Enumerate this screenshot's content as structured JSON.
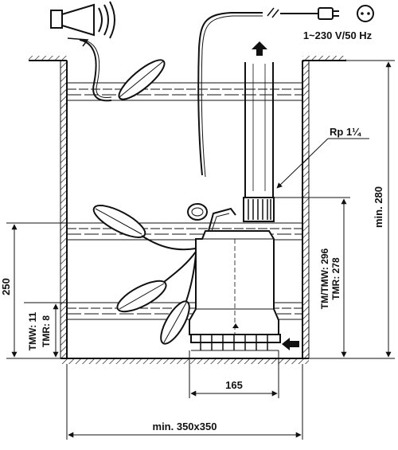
{
  "drawing": {
    "power_supply": "1~230 V/50 Hz",
    "outlet_thread": "Rp 1¼",
    "dimensions": {
      "base_width": "165",
      "shaft_size": "min. 350x350",
      "shaft_depth": "min. 280",
      "height_left": "250",
      "tm_tmw": "TM/TMW: 296",
      "tmr": "TMR: 278",
      "tmw_low": "TMW: 11",
      "tmr_low": "TMR: 8"
    }
  }
}
